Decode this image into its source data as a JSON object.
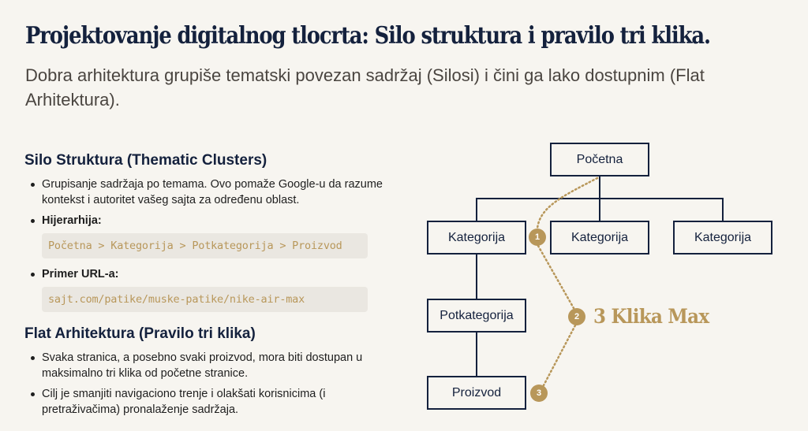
{
  "header": {
    "title": "Projektovanje digitalnog tlocrta: Silo struktura i pravilo tri klika.",
    "subtitle": "Dobra arhitektura grupiše tematski povezan sadržaj (Silosi) i čini ga lako dostupnim (Flat Arhitektura)."
  },
  "silo_section": {
    "heading": "Silo Struktura (Thematic Clusters)",
    "bullets": [
      "Grupisanje sadržaja po temama. Ovo pomaže Google-u da razume kontekst i autoritet vašeg sajta za određenu oblast.",
      "Hijerarhija:",
      "Primer URL-a:"
    ],
    "hierarchy_code": "Početna > Kategorija > Potkategorija > Proizvod",
    "url_code": "sajt.com/patike/muske-patike/nike-air-max"
  },
  "flat_section": {
    "heading": "Flat Arhitektura (Pravilo tri klika)",
    "bullets": [
      "Svaka stranica, a posebno svaki proizvod, mora biti dostupan u maksimalno tri klika od početne stranice.",
      "Cilj je smanjiti navigaciono trenje i olakšati korisnicima (i pretraživačima) pronalaženje sadržaja."
    ]
  },
  "diagram": {
    "nodes": {
      "root": "Početna",
      "category_1": "Kategorija",
      "category_2": "Kategorija",
      "category_3": "Kategorija",
      "subcategory": "Potkategorija",
      "product": "Proizvod"
    },
    "badges": [
      "1",
      "2",
      "3"
    ],
    "annotation": "3 Klika Max",
    "colors": {
      "node_border": "#14213D",
      "accent_gold": "#B8975A",
      "background": "#F7F5F0"
    }
  }
}
